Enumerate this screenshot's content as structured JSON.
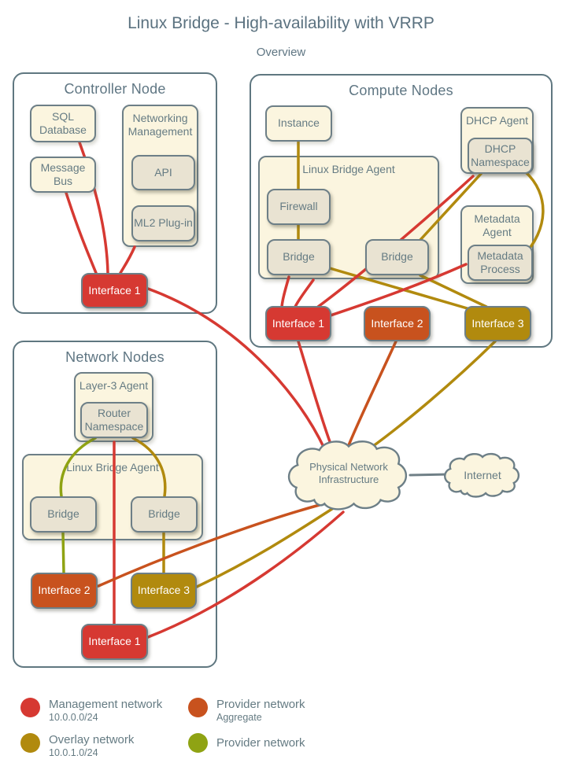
{
  "title": "Linux Bridge - High-availability with VRRP",
  "subtitle": "Overview",
  "colors": {
    "management": "#d63932",
    "provider_aggregate": "#c8521e",
    "overlay": "#b18a0e",
    "provider": "#8fa313",
    "cloud_link": "#708087",
    "box_border": "#6d7f87",
    "group_border": "#5f7780",
    "cream_fill": "#fbf5df",
    "inner_fill": "#e9e3d2",
    "text": "#657b83"
  },
  "controller": {
    "title": "Controller Node",
    "sql": "SQL Database",
    "message_bus": "Message Bus",
    "networking_management": "Networking Management",
    "api": "API",
    "ml2": "ML2 Plug-in",
    "interface1": "Interface 1"
  },
  "compute": {
    "title": "Compute Nodes",
    "instance": "Instance",
    "agent": "Linux Bridge Agent",
    "firewall": "Firewall",
    "bridge_left": "Bridge",
    "bridge_right": "Bridge",
    "dhcp_agent": "DHCP Agent",
    "dhcp_namespace": "DHCP Namespace",
    "metadata_agent": "Metadata Agent",
    "metadata_process": "Metadata Process",
    "interface1": "Interface 1",
    "interface2": "Interface 2",
    "interface3": "Interface 3"
  },
  "network": {
    "title": "Network Nodes",
    "l3_agent": "Layer-3 Agent",
    "router_namespace": "Router Namespace",
    "agent": "Linux Bridge Agent",
    "bridge_left": "Bridge",
    "bridge_right": "Bridge",
    "interface1": "Interface 1",
    "interface2": "Interface 2",
    "interface3": "Interface 3"
  },
  "clouds": {
    "physical": "Physical Network Infrastructure",
    "internet": "Internet"
  },
  "legend": [
    {
      "label": "Management network",
      "sub": "10.0.0.0/24",
      "color": "#d63932"
    },
    {
      "label": "Provider network",
      "sub": "Aggregate",
      "color": "#c8521e"
    },
    {
      "label": "Overlay network",
      "sub": "10.0.1.0/24",
      "color": "#b18a0e"
    },
    {
      "label": "Provider network",
      "sub": "",
      "color": "#8fa313"
    }
  ]
}
